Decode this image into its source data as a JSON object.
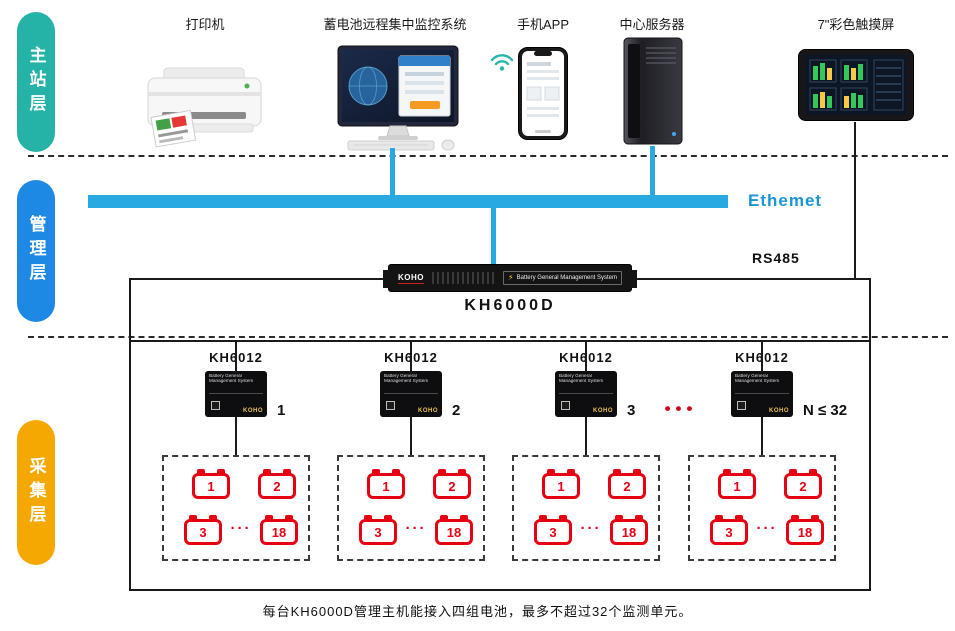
{
  "layers": {
    "main_station": {
      "label": "主站层",
      "color": "#26b3a7"
    },
    "management": {
      "label": "管理层",
      "color": "#1e88e5"
    },
    "collection": {
      "label": "采集层",
      "color": "#f5a702"
    }
  },
  "top_devices": {
    "printer": {
      "label": "打印机"
    },
    "monitor": {
      "label": "蓄电池远程集中监控系统"
    },
    "phone": {
      "label": "手机APP"
    },
    "server": {
      "label": "中心服务器"
    },
    "touchscreen": {
      "label": "7\"彩色触摸屏"
    }
  },
  "network": {
    "ethernet_label": "Ethemet",
    "ethernet_color": "#29a9e1",
    "rs485_label": "RS485"
  },
  "gateway": {
    "brand": "KOHO",
    "panel_text": "Battery General Management System",
    "model_label": "KH6000D"
  },
  "collectors": {
    "panel_text": "Battery General Management System",
    "brand": "KOHO",
    "ellipsis": "•••",
    "items": [
      {
        "label": "KH6012",
        "index": "1"
      },
      {
        "label": "KH6012",
        "index": "2"
      },
      {
        "label": "KH6012",
        "index": "3"
      },
      {
        "label": "KH6012",
        "index": "N ≤ 32"
      }
    ]
  },
  "battery_group": {
    "b1": "1",
    "b2": "2",
    "b3": "3",
    "b4": "18",
    "ellipsis": "···"
  },
  "footnote": "每台KH6000D管理主机能接入四组电池，最多不超过32个监测单元。"
}
